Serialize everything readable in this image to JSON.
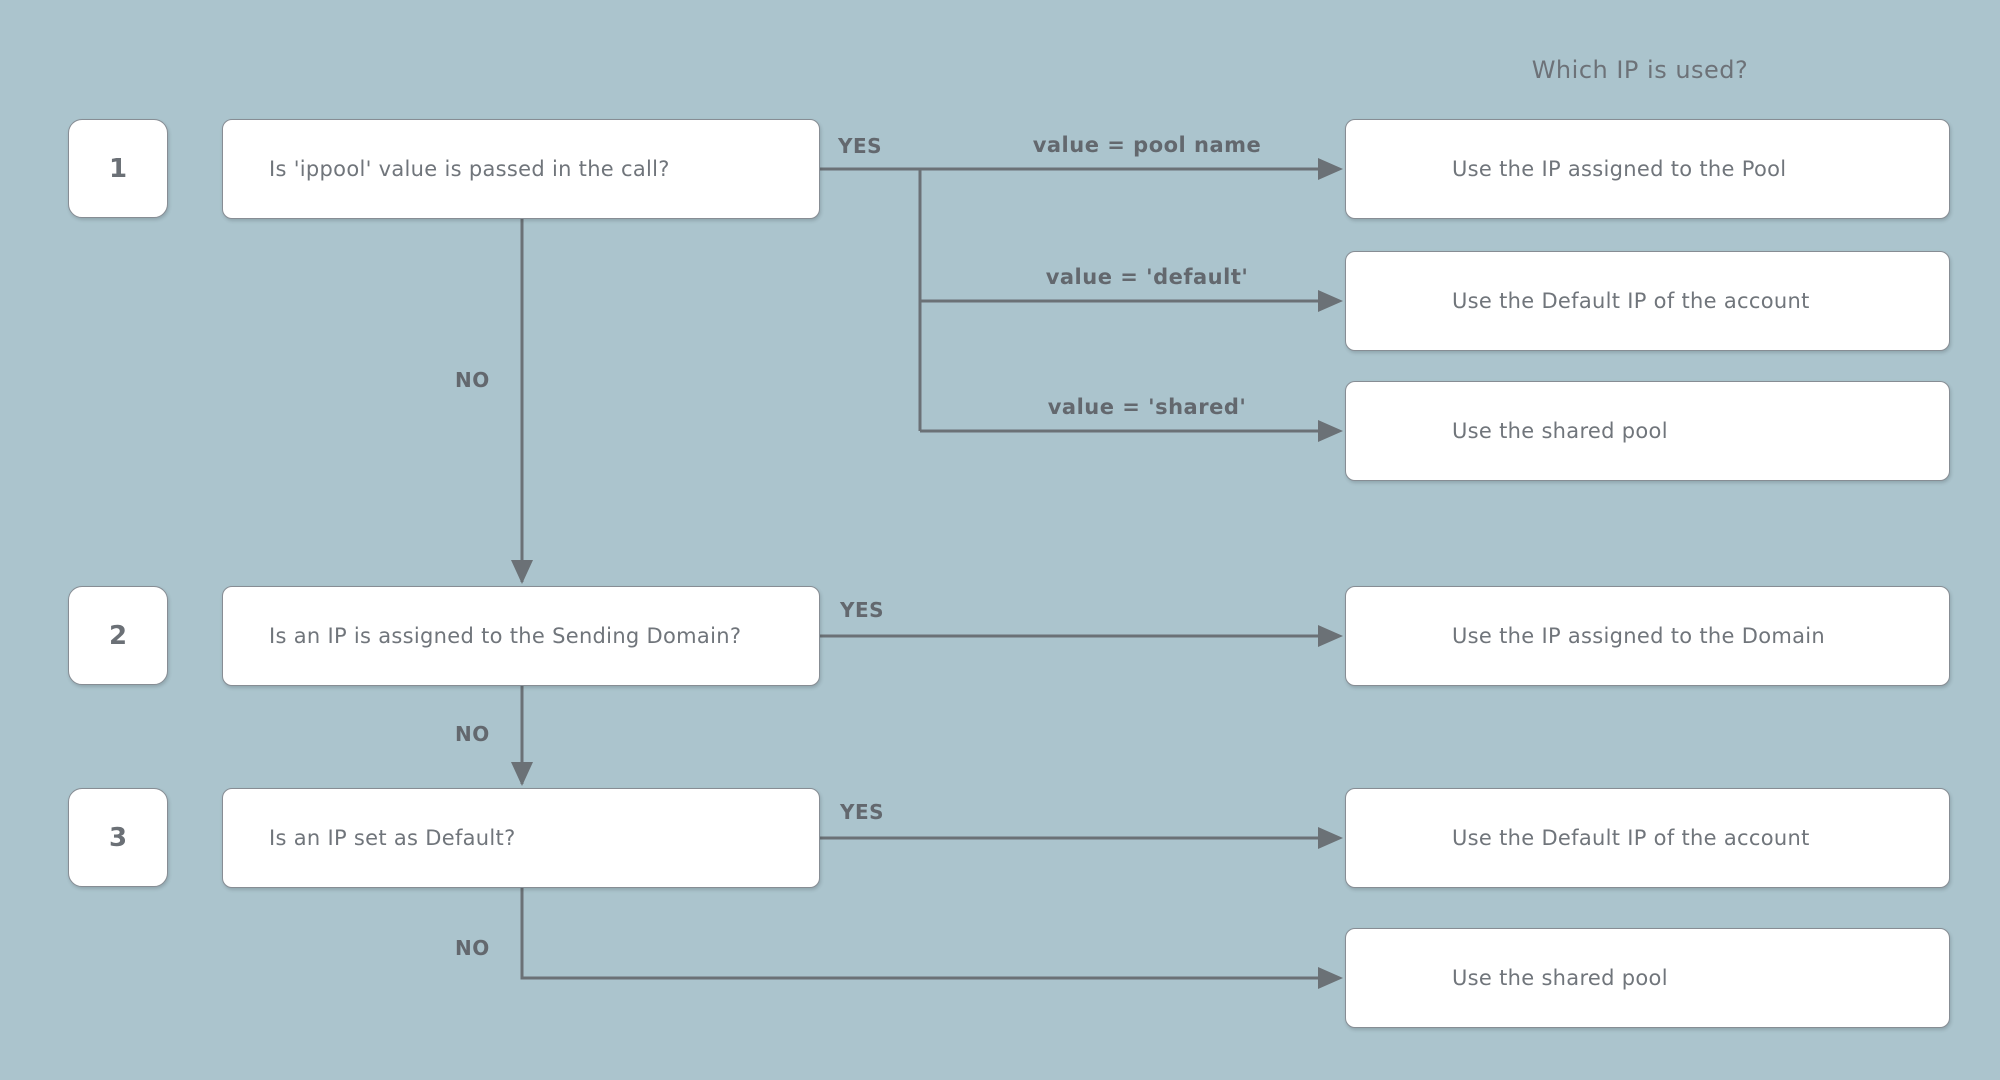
{
  "title": "Which IP is used?",
  "colors": {
    "background": "#abc4cd",
    "node_fill": "#ffffff",
    "node_border": "#878d94",
    "connector": "#6b7176",
    "node_text": "#70757b",
    "label_text": "#63686e"
  },
  "nodes": {
    "questions": [
      {
        "num": "1",
        "label": "Is 'ippool' value is passed in the call?"
      },
      {
        "num": "2",
        "label": "Is an IP is assigned to the Sending Domain?"
      },
      {
        "num": "3",
        "label": "Is an IP set as Default?"
      }
    ],
    "results": [
      {
        "label": "Use the IP assigned to the Pool"
      },
      {
        "label": "Use the Default IP of the account"
      },
      {
        "label": "Use the shared pool"
      },
      {
        "label": "Use the IP assigned to the Domain"
      },
      {
        "label": "Use the Default IP of the account"
      },
      {
        "label": "Use the shared pool"
      }
    ]
  },
  "edges": {
    "yes_label": "YES",
    "no_label": "NO",
    "branch_labels": [
      "value = pool name",
      "value = 'default'",
      "value = 'shared'"
    ]
  }
}
